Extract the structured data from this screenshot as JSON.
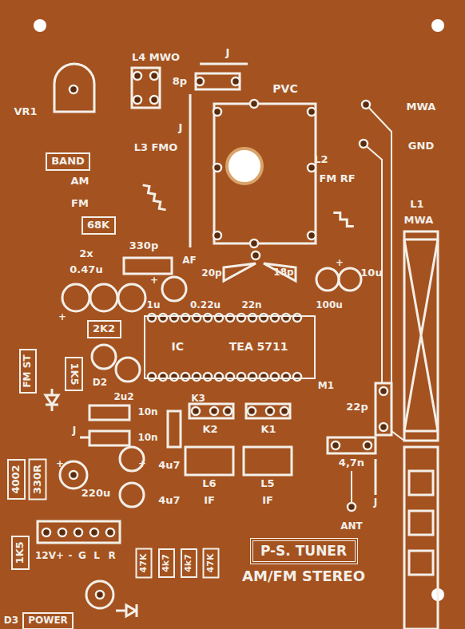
{
  "diagram": {
    "nodes": [
      {
        "text": [
          "BAND"
        ]
      },
      {
        "text": [
          "68K"
        ]
      },
      {
        "text": [
          "2K2"
        ]
      },
      {
        "text": [
          "IC",
          "TEA 5711"
        ]
      },
      {
        "text": [
          "1K5"
        ]
      },
      {
        "text": [
          "FM ST"
        ]
      },
      {
        "text": [
          "4002"
        ]
      },
      {
        "text": [
          "330R"
        ]
      },
      {
        "text": [
          "1K5"
        ]
      },
      {
        "text": [
          "47K"
        ]
      },
      {
        "text": [
          "4k7"
        ]
      },
      {
        "text": [
          "4k7"
        ]
      },
      {
        "text": [
          "47K"
        ]
      },
      {
        "text": [
          "P-S. TUNER"
        ]
      },
      {
        "text": [
          "POWER"
        ]
      }
    ],
    "labels": [
      "VR1",
      "L4 MWO",
      "J",
      "8p",
      "PVC",
      "J",
      "L3 FMO",
      "L2",
      "FM RF",
      "MWA",
      "GND",
      "L1",
      "MWA",
      "AM",
      "FM",
      "330p",
      "AF",
      "2x",
      "0.47u",
      "20p",
      "18p",
      "10u",
      "1u",
      "0.22u",
      "22n",
      "100u",
      "M1",
      "D2",
      "2u2",
      "K3",
      "10n",
      "10n",
      "J",
      "K2",
      "K1",
      "22p",
      "4,7n",
      "J",
      "4u7",
      "4u7",
      "L6",
      "IF",
      "L5",
      "IF",
      "220u",
      "ANT",
      "12V+",
      "-",
      "G",
      "L",
      "R",
      "AM/FM STEREO",
      "D3",
      "+",
      "+",
      "+",
      "+",
      "+"
    ]
  }
}
